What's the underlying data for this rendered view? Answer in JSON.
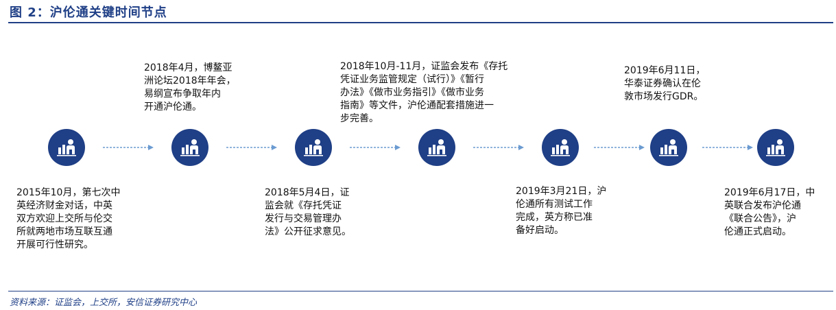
{
  "figure": {
    "title": "图 2：沪伦通关键时间节点",
    "source": "资料来源：证监会，上交所，安信证券研究中心"
  },
  "timeline": {
    "nodes_icon": "people-chart-icon",
    "colors": {
      "primary": "#1f3f86",
      "arrow": "#6b9bd1"
    },
    "events": [
      {
        "text": "2015年10月，第七次中\n英经济财金对话，中英\n双方欢迎上交所与伦交\n所就两地市场互联互通\n开展可行性研究。"
      },
      {
        "text": "2018年4月，博鳌亚\n洲论坛2018年年会，\n易纲宣布争取年内\n开通沪伦通。"
      },
      {
        "text": "2018年5月4日，证\n监会就《存托凭证\n发行与交易管理办\n法》公开征求意见。"
      },
      {
        "text": "2018年10月-11月，证监会发布《存托\n凭证业务监管规定（试行）》《暂行\n办法》《做市业务指引》《做市业务\n指南》等文件，沪伦通配套措施进一\n步完善。"
      },
      {
        "text": "2019年3月21日，沪\n伦通所有测试工作\n完成，英方称已准\n备好启动。"
      },
      {
        "text": "2019年6月11日，\n华泰证券确认在伦\n敦市场发行GDR。"
      },
      {
        "text": "2019年6月17日，中\n英联合发布沪伦通\n《联合公告》，沪\n伦通正式启动。"
      }
    ]
  }
}
